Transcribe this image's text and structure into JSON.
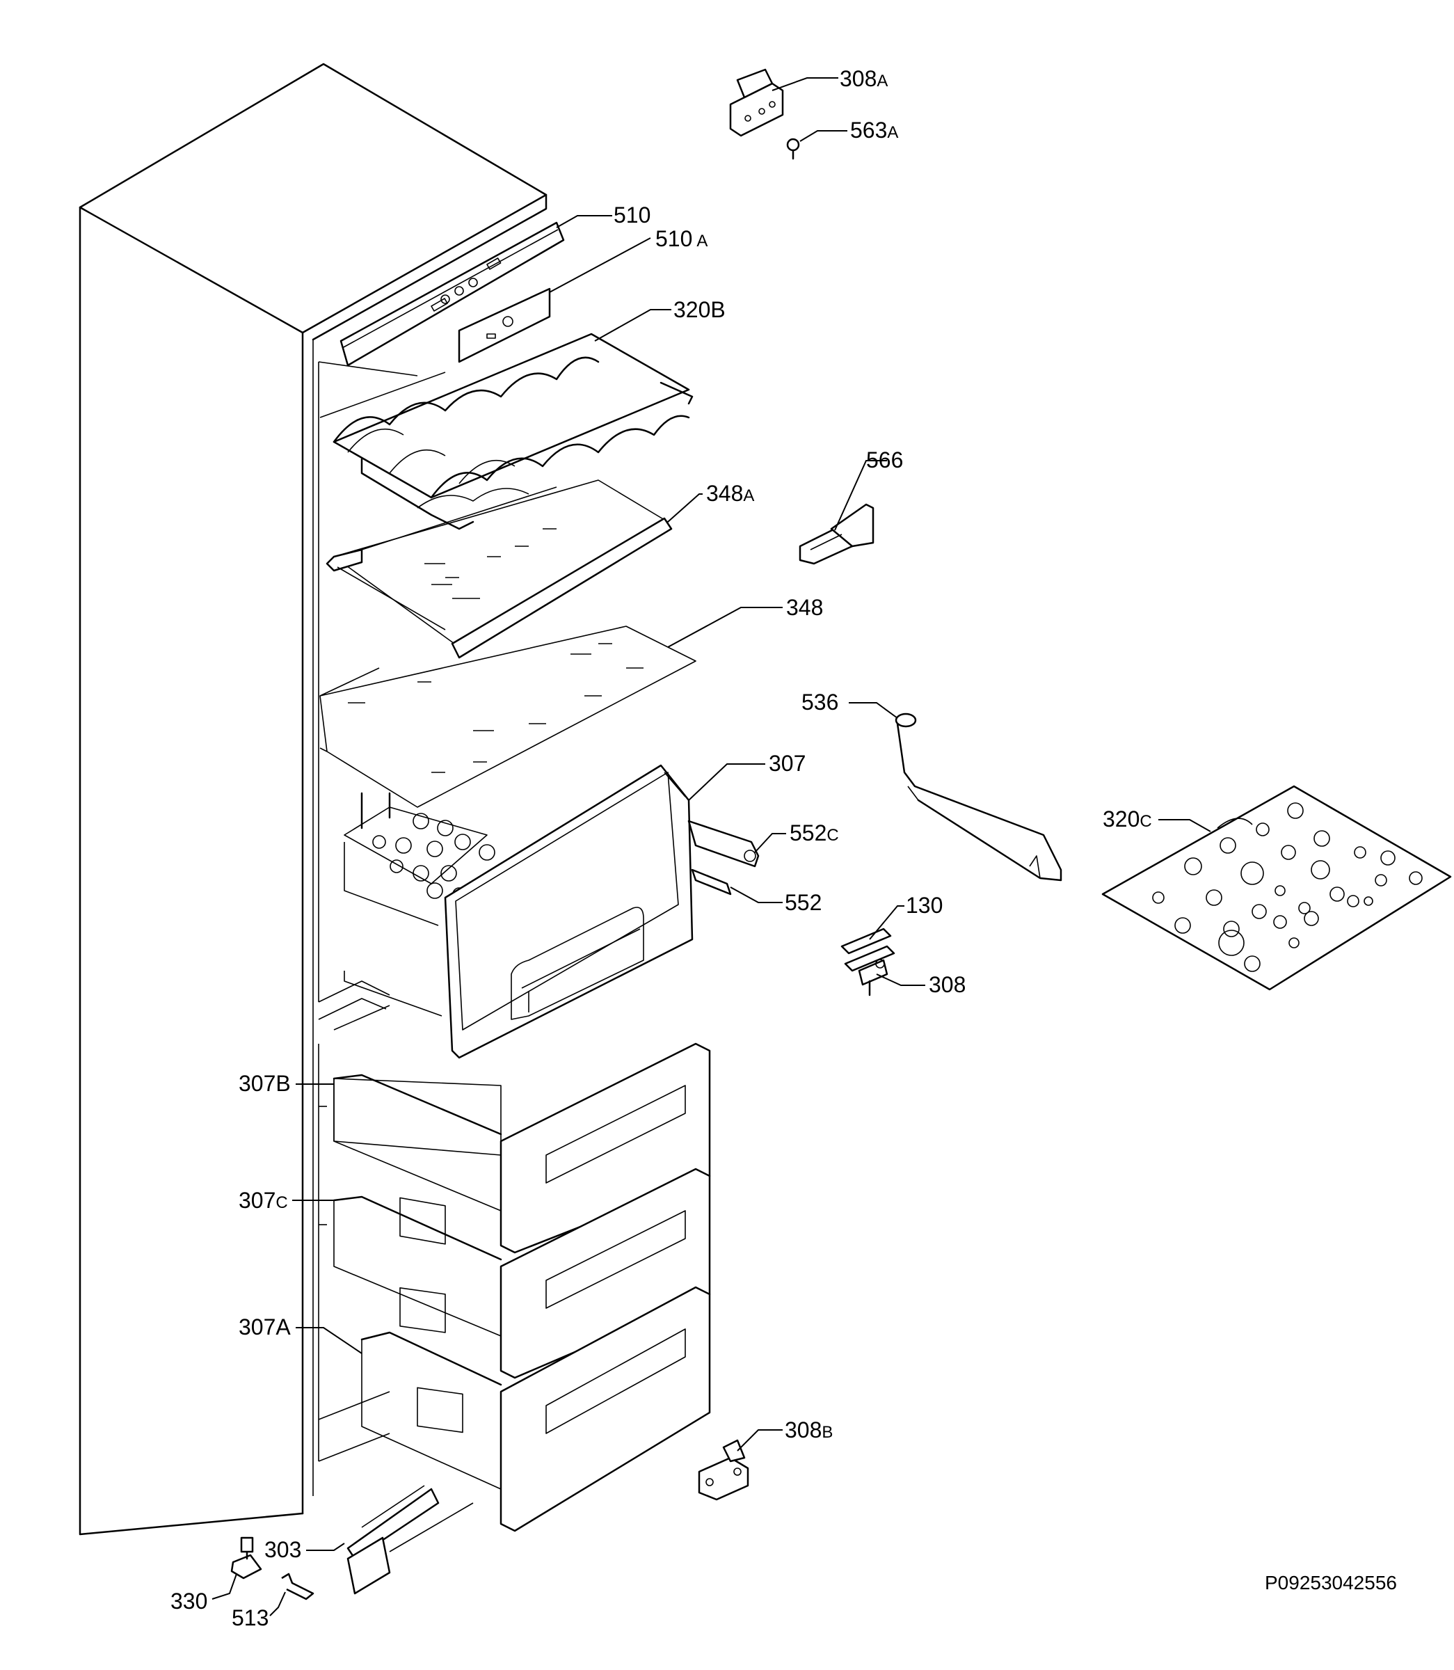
{
  "labels": {
    "p308a": {
      "main": "308",
      "suffix": "A"
    },
    "p563a": {
      "main": "563",
      "suffix": "A"
    },
    "p510": {
      "main": "510",
      "suffix": ""
    },
    "p510a": {
      "main": "510",
      "suffix": "A"
    },
    "p320b": {
      "main": "320B",
      "suffix": ""
    },
    "p566": {
      "main": "566",
      "suffix": ""
    },
    "p348a": {
      "main": "348",
      "suffix": "A"
    },
    "p348": {
      "main": "348",
      "suffix": ""
    },
    "p536": {
      "main": "536",
      "suffix": ""
    },
    "p307": {
      "main": "307",
      "suffix": ""
    },
    "p552c": {
      "main": "552",
      "suffix": "C"
    },
    "p320c": {
      "main": "320",
      "suffix": "C"
    },
    "p552": {
      "main": "552",
      "suffix": ""
    },
    "p130": {
      "main": "130",
      "suffix": ""
    },
    "p308": {
      "main": "308",
      "suffix": ""
    },
    "p307b": {
      "main": "307B",
      "suffix": ""
    },
    "p307c": {
      "main": "307",
      "suffix": "C"
    },
    "p307a": {
      "main": "307A",
      "suffix": ""
    },
    "p308b": {
      "main": "308",
      "suffix": "B"
    },
    "p303": {
      "main": "303",
      "suffix": ""
    },
    "p330": {
      "main": "330",
      "suffix": ""
    },
    "p513": {
      "main": "513",
      "suffix": ""
    }
  },
  "drawing_code": "P09253042556"
}
